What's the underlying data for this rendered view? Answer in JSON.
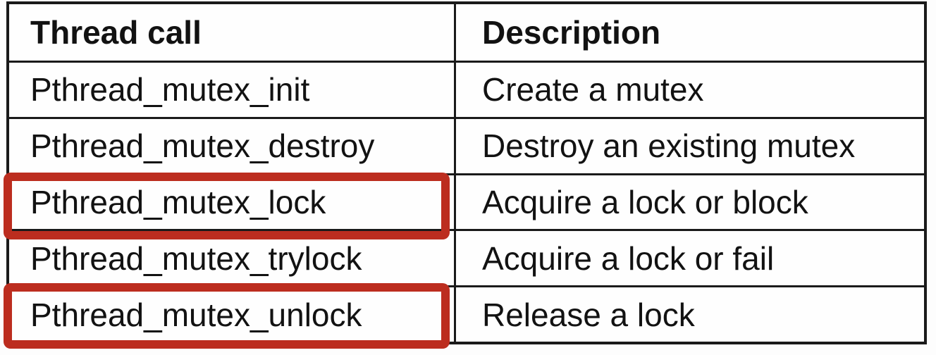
{
  "table": {
    "columns": [
      {
        "label": "Thread call"
      },
      {
        "label": "Description"
      }
    ],
    "rows": [
      {
        "call": "Pthread_mutex_init",
        "description": "Create a mutex",
        "highlighted": false
      },
      {
        "call": "Pthread_mutex_destroy",
        "description": "Destroy an existing mutex",
        "highlighted": false
      },
      {
        "call": "Pthread_mutex_lock",
        "description": "Acquire a lock or block",
        "highlighted": true
      },
      {
        "call": "Pthread_mutex_trylock",
        "description": "Acquire a lock or fail",
        "highlighted": false
      },
      {
        "call": "Pthread_mutex_unlock",
        "description": "Release a lock",
        "highlighted": true
      }
    ],
    "highlighted_calls": [
      "Pthread_mutex_lock",
      "Pthread_mutex_unlock"
    ]
  },
  "colors": {
    "highlight_red": "#bc2d1f",
    "table_border": "#1a1a1a",
    "text": "#121212",
    "background": "#fdfdfd"
  }
}
